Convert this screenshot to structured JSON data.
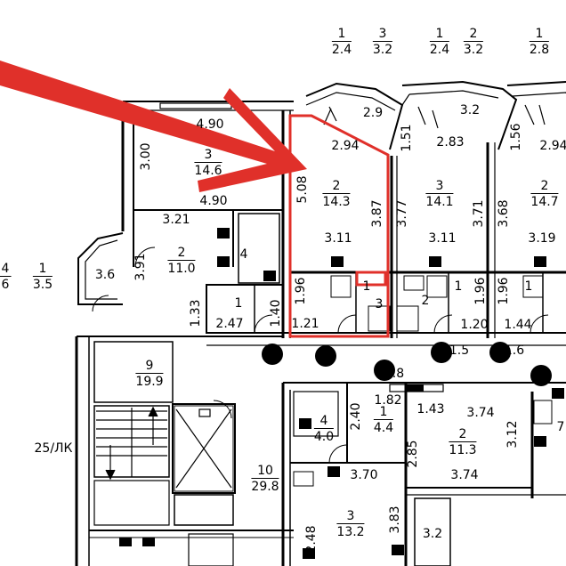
{
  "colors": {
    "highlight": "#e0302a",
    "wall": "#000000"
  },
  "icons": [
    "red-arrow-icon",
    "stair-icon",
    "elevator-icon",
    "column-icon"
  ],
  "top_balconies": [
    {
      "num": "1",
      "area": "2.4"
    },
    {
      "num": "3",
      "area": "3.2"
    },
    {
      "num": "1",
      "area": "2.4"
    },
    {
      "num": "2",
      "area": "3.2"
    },
    {
      "num": "1",
      "area": "2.8"
    }
  ],
  "rooms": [
    {
      "num": "3",
      "area": "14.6"
    },
    {
      "num": "2",
      "area": "11.0"
    },
    {
      "num": "2",
      "area": "14.3"
    },
    {
      "num": "3",
      "area": "14.1"
    },
    {
      "num": "2",
      "area": "14.7"
    },
    {
      "num": "9",
      "area": "19.9"
    },
    {
      "num": "10",
      "area": "29.8"
    },
    {
      "num": "4",
      "area": "4.0"
    },
    {
      "num": "1",
      "area": "4.4"
    },
    {
      "num": "2",
      "area": "11.3"
    },
    {
      "num": "3",
      "area": "13.2"
    },
    {
      "num": "1",
      "area": "3.5"
    },
    {
      "num": "4",
      "area": "6"
    }
  ],
  "labels": {
    "single_nums": [
      "4",
      "1",
      "3",
      "2",
      "1",
      "1",
      "1",
      "7"
    ],
    "dims": [
      "4.90",
      "4.90",
      "3.00",
      "3.21",
      "3.91",
      "3.6",
      "1.33",
      "2.47",
      "1.40",
      "2.94",
      "2.9",
      "5.08",
      "3.87",
      "3.11",
      "1.96",
      "1.21",
      "1.51",
      "2.83",
      "3.2",
      "3.77",
      "3.11",
      "1.96",
      "1.20",
      "1.56",
      "2.94",
      "3.71",
      "3.68",
      "3.19",
      "1.96",
      "1.44",
      "1.82",
      "2.40",
      "1.43",
      "3.74",
      "3.12",
      "2.85",
      "3.70",
      "3.74",
      "3.83",
      "3.2",
      "2.48",
      "1.8",
      "1.5",
      "1.6"
    ],
    "stair_code": "25/ЛК"
  }
}
